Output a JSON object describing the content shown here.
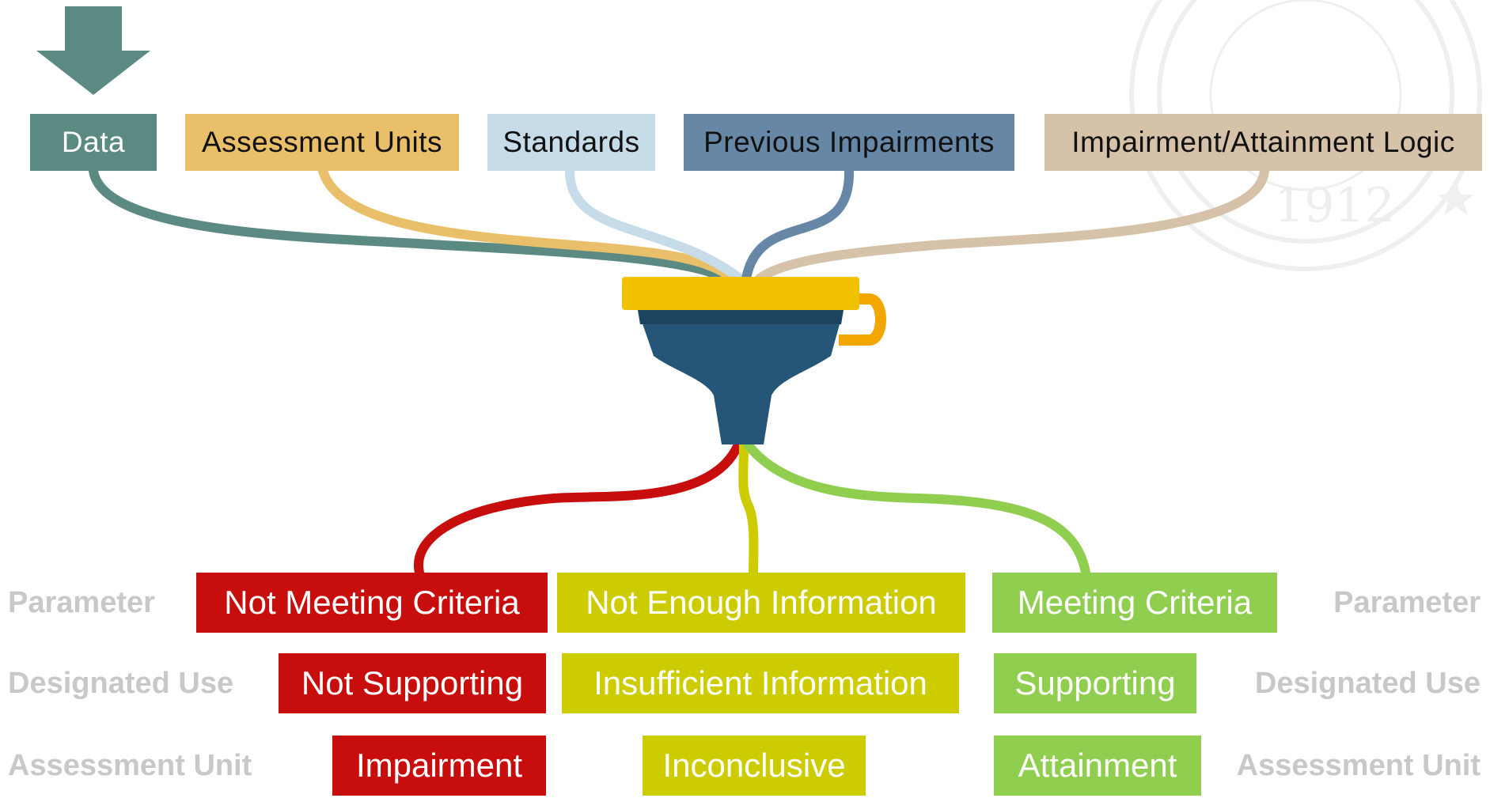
{
  "colors": {
    "data": "#5b8a82",
    "assessment_units": "#eabf6a",
    "standards": "#c6dde9",
    "previous_impairments": "#6787a6",
    "logic": "#d6c2a8",
    "red": "#c80d0d",
    "yellow": "#cccc00",
    "green": "#8fce4f",
    "funnel_rim": "#f2c200",
    "funnel_body": "#255678",
    "funnel_dark": "#1c4461",
    "funnel_handle": "#f4a600",
    "side_label": "#c8c8c8"
  },
  "inputs": [
    {
      "label": "Data"
    },
    {
      "label": "Assessment Units"
    },
    {
      "label": "Standards"
    },
    {
      "label": "Previous Impairments"
    },
    {
      "label": "Impairment/Attainment Logic"
    }
  ],
  "outputs": {
    "parameter": {
      "left_label": "Parameter",
      "right_label": "Parameter",
      "not_meeting": "Not Meeting Criteria",
      "not_enough": "Not Enough Information",
      "meeting": "Meeting Criteria"
    },
    "designated_use": {
      "left_label": "Designated Use",
      "right_label": "Designated Use",
      "not_supporting": "Not Supporting",
      "insufficient": "Insufficient Information",
      "supporting": "Supporting"
    },
    "assessment_unit": {
      "left_label": "Assessment Unit",
      "right_label": "Assessment Unit",
      "impairment": "Impairment",
      "inconclusive": "Inconclusive",
      "attainment": "Attainment"
    }
  },
  "icons": [
    "down-arrow-icon",
    "funnel-icon",
    "state-seal-watermark"
  ]
}
